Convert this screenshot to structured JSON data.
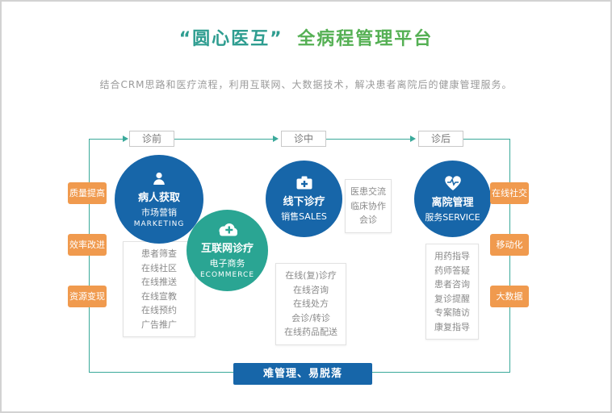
{
  "header": {
    "title_brand": "“圆心医互”",
    "title_rest": "全病程管理平台",
    "subtitle": "结合CRM思路和医疗流程，利用互联网、大数据技术，解决患者离院后的健康管理服务。"
  },
  "stages": [
    "诊前",
    "诊中",
    "诊后"
  ],
  "left_tags": [
    "质量提高",
    "效率改进",
    "资源变现"
  ],
  "right_tags": [
    "在线社交",
    "移动化",
    "大数据"
  ],
  "circles": {
    "marketing": {
      "title": "病人获取",
      "line2": "市场营销",
      "line3": "MARKETING"
    },
    "ecommerce": {
      "title": "互联网诊疗",
      "line2": "电子商务",
      "line3": "ECOMMERCE"
    },
    "sales": {
      "title": "线下诊疗",
      "line2": "销售SALES"
    },
    "service": {
      "title": "离院管理",
      "line2": "服务SERVICE"
    }
  },
  "lists": {
    "marketing": [
      "患者筛查",
      "在线社区",
      "在线推送",
      "在线宣教",
      "在线预约",
      "广告推广"
    ],
    "clinical": [
      "医患交流",
      "临床协作",
      "会诊"
    ],
    "ecommerce": [
      "在线(复)诊疗",
      "在线咨询",
      "在线处方",
      "会诊/转诊",
      "在线药品配送"
    ],
    "service": [
      "用药指导",
      "药师答疑",
      "患者咨询",
      "复诊提醒",
      "专案随访",
      "康复指导"
    ]
  },
  "footer": {
    "bottom_box": "难管理、易脱落"
  },
  "icons": {
    "marketing": "person-icon",
    "ecommerce": "cloud-plus-icon",
    "sales": "medkit-icon",
    "service": "heart-pulse-icon"
  },
  "colors": {
    "teal": "#2aa593",
    "green": "#55b054",
    "blue": "#1766a9",
    "orange": "#f09a4e",
    "line": "#3aa99a"
  }
}
